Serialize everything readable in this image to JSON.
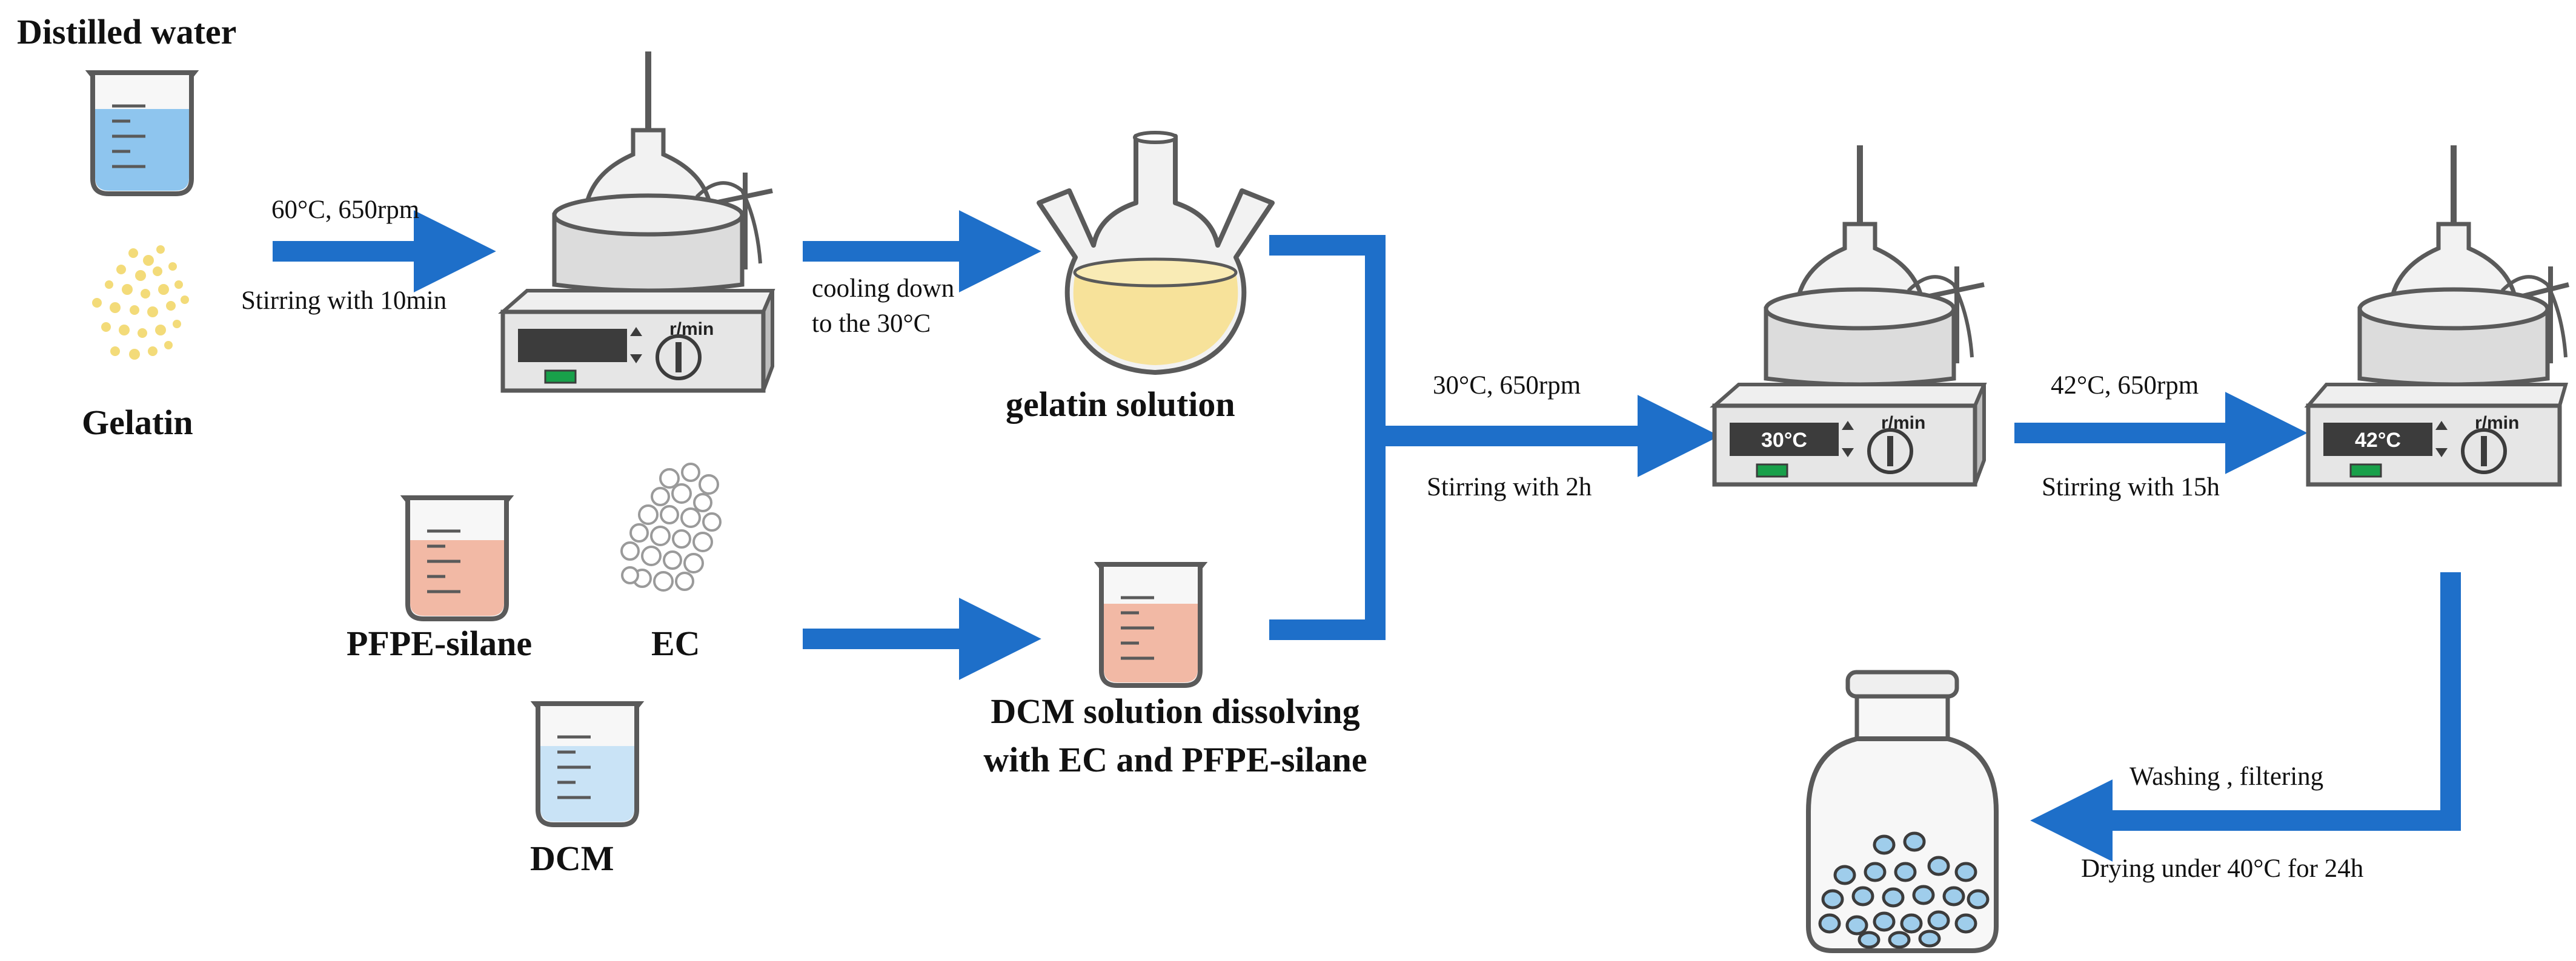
{
  "colors": {
    "arrow": "#1E6FC9",
    "water": "#8EC5EE",
    "gelatin_solution": "#F7E29A",
    "pfpe_liquid": "#F2B9A5",
    "glass_outline": "#5A5A5A",
    "device_body": "#E6E6E6",
    "display": "#3C3C3C",
    "button": "#18A04A",
    "bead": "#9FCDEB",
    "granule": "#F3DB79"
  },
  "icons": [
    "beaker-icon",
    "gelatin-granules-icon",
    "ec-particles-icon",
    "magnetic-stirrer-icon",
    "three-neck-flask-icon",
    "storage-bottle-icon",
    "flow-arrow-icon"
  ],
  "labels": {
    "distilled_water": "Distilled water",
    "gelatin": "Gelatin",
    "pfpe_silane": "PFPE-silane",
    "ec": "EC",
    "dcm": "DCM",
    "gelatin_solution": "gelatin solution",
    "dcm_solution_line1": "DCM solution dissolving",
    "dcm_solution_line2": "with EC and PFPE-silane"
  },
  "conditions": {
    "step1_temp": "60°C, 650rpm",
    "step1_time": "Stirring with 10min",
    "cooling_line1": "cooling down",
    "cooling_line2": "to the 30°C",
    "step3_temp": "30°C, 650rpm",
    "step3_time": "Stirring with 2h",
    "step4_temp": "42°C, 650rpm",
    "step4_time": "Stirring with 15h",
    "wash": "Washing , filtering",
    "dry": "Drying under 40°C for 24h"
  },
  "stirrers": {
    "unit": "r/min",
    "display1": "",
    "display2": "30°C",
    "display3": "42°C"
  }
}
